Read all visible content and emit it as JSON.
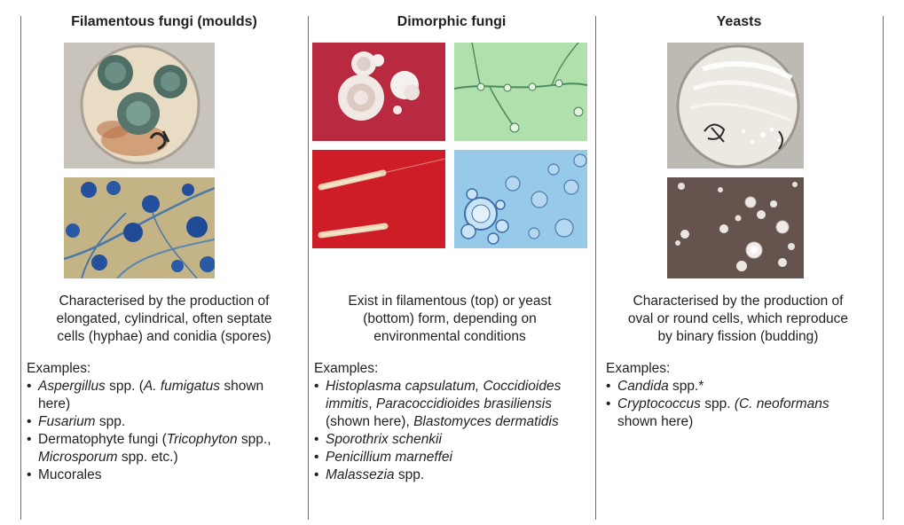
{
  "columns": [
    {
      "title": "Filamentous fungi (moulds)",
      "description": [
        "Characterised by the production of",
        "elongated, cylindrical, often septate",
        "cells (hyphae) and conidia (spores)"
      ],
      "examples_heading": "Examples:",
      "examples": [
        [
          [
            "Aspergillus",
            true
          ],
          [
            " spp. (",
            false
          ],
          [
            "A. fumigatus",
            true
          ],
          [
            " shown here)",
            false
          ]
        ],
        [
          [
            "Fusarium",
            true
          ],
          [
            " spp.",
            false
          ]
        ],
        [
          [
            "Dermatophyte fungi (",
            false
          ],
          [
            "Tricophyton",
            true
          ],
          [
            " spp., ",
            false
          ],
          [
            "Microsporum",
            true
          ],
          [
            " spp. etc.)",
            false
          ]
        ],
        [
          [
            "Mucorales",
            false
          ]
        ]
      ],
      "photos": [
        "culture-plate-green-colonies",
        "microscopy-blue-conidiophores"
      ]
    },
    {
      "title": "Dimorphic fungi",
      "description": [
        "Exist in filamentous (top) or yeast",
        "(bottom) form, depending on",
        "environmental conditions"
      ],
      "examples_heading": "Examples:",
      "examples": [
        [
          [
            "Histoplasma capsulatum, Coccidioides immitis",
            true
          ],
          [
            ", ",
            false
          ],
          [
            "Paracoccidioides brasiliensis",
            true
          ],
          [
            " (shown here), ",
            false
          ],
          [
            "Blastomyces dermatidis",
            true
          ]
        ],
        [
          [
            "Sporothrix schenkii",
            true
          ]
        ],
        [
          [
            "Penicillium marneffei",
            true
          ]
        ],
        [
          [
            "Malassezia",
            true
          ],
          [
            " spp.",
            false
          ]
        ]
      ],
      "photos": [
        "white-mould-colony-on-red-agar",
        "green-microscopy-hyphae",
        "yeast-streaks-on-red-agar",
        "blue-microscopy-yeast-cells"
      ]
    },
    {
      "title": "Yeasts",
      "description": [
        "Characterised by the production of",
        "oval or round cells, which reproduce",
        "by binary fission (budding)"
      ],
      "examples_heading": "Examples:",
      "examples": [
        [
          [
            "Candida",
            true
          ],
          [
            " spp.*",
            false
          ]
        ],
        [
          [
            "Cryptococcus",
            true
          ],
          [
            " spp. ",
            false
          ],
          [
            "(C. neoformans",
            true
          ],
          [
            " shown here)",
            false
          ]
        ]
      ],
      "photos": [
        "yeast-culture-plate",
        "india-ink-capsulated-yeast"
      ]
    }
  ],
  "colors": {
    "text": "#231f20",
    "divider": "#6d6e71",
    "agar_red": "#c8202f",
    "micro_blue": "#8fc4e6",
    "micro_green": "#a6dca0"
  }
}
